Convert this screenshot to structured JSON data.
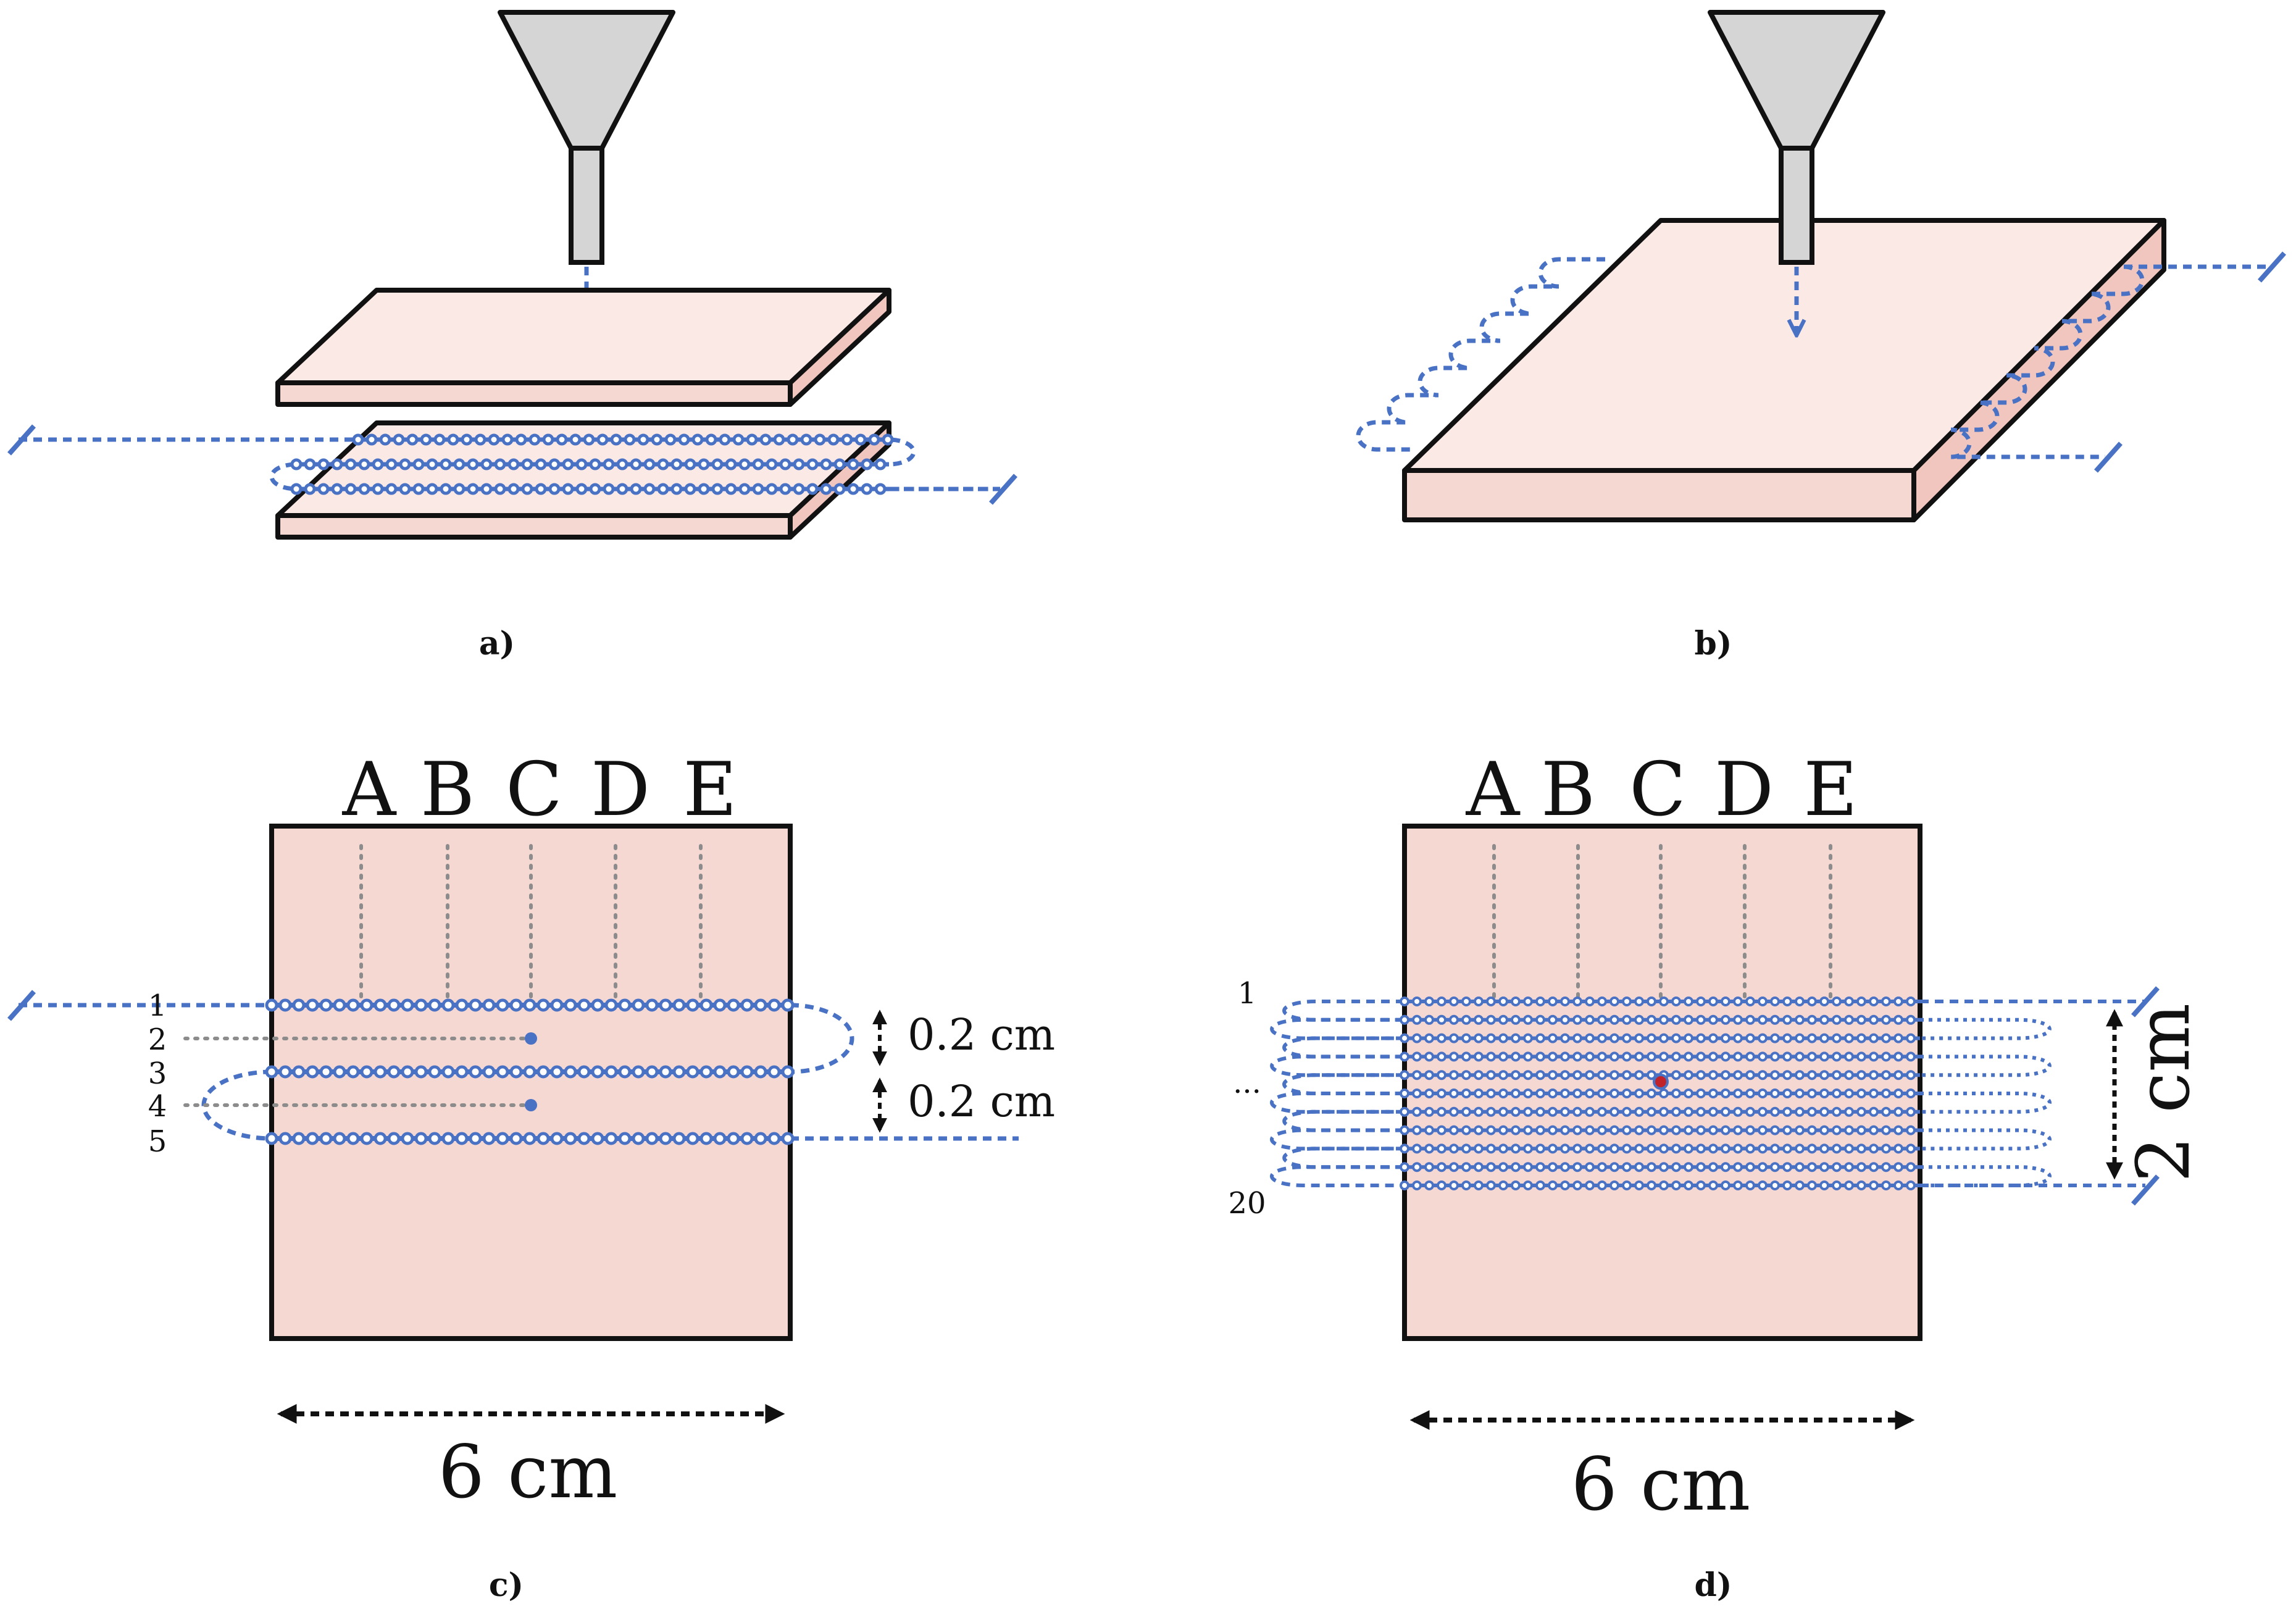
{
  "colors": {
    "plate_fill": "#f6d8d2",
    "plate_top_fill": "#fbe9e6",
    "plate_side_fill": "#f1c6bf",
    "fiber": "#4a72c4",
    "nozzle": "#d5d5d5",
    "guide": "#8c8c8c",
    "marker": "#c0242a"
  },
  "icons": {
    "nozzle": "funnel-nozzle-icon",
    "break": "break-mark-icon",
    "arrow": "double-headed-arrow-icon"
  },
  "panels": {
    "a": {
      "caption": "a)"
    },
    "b": {
      "caption": "b)"
    },
    "c": {
      "caption": "c)",
      "columns": [
        "A",
        "B",
        "C",
        "D",
        "E"
      ],
      "rows": [
        "1",
        "2",
        "3",
        "4",
        "5"
      ],
      "spacing_top": "0.2 cm",
      "spacing_bottom": "0.2 cm",
      "width": "6 cm"
    },
    "d": {
      "caption": "d)",
      "columns": [
        "A",
        "B",
        "C",
        "D",
        "E"
      ],
      "row_first": "1",
      "row_mid": "...",
      "row_last": "20",
      "height": "2 cm",
      "width": "6 cm"
    }
  }
}
